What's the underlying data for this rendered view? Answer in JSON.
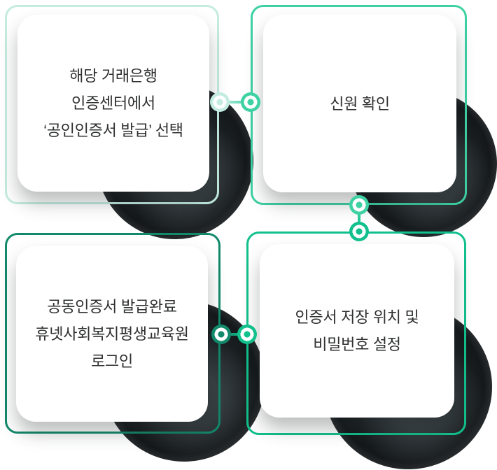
{
  "diagram": {
    "background_color": "#ffffff",
    "text_color": "#2f3030",
    "steps": [
      {
        "border_color": "#c4ece1",
        "lines": [
          "해당 거래은행",
          "인증센터에서",
          "‘공인인증서 발급’ 선택"
        ]
      },
      {
        "border_color": "#3ed1a3",
        "lines": [
          "신원 확인"
        ]
      },
      {
        "border_color": "#13896b",
        "lines": [
          "공동인증서 발급완료",
          "휴넷사회복지평생교육원",
          "로그인"
        ]
      },
      {
        "border_color": "#12c08d",
        "lines": [
          "인증서 저장 위치 및",
          "비밀번호 설정"
        ]
      }
    ],
    "decor": {
      "blob_color": "#1a1f21"
    }
  }
}
